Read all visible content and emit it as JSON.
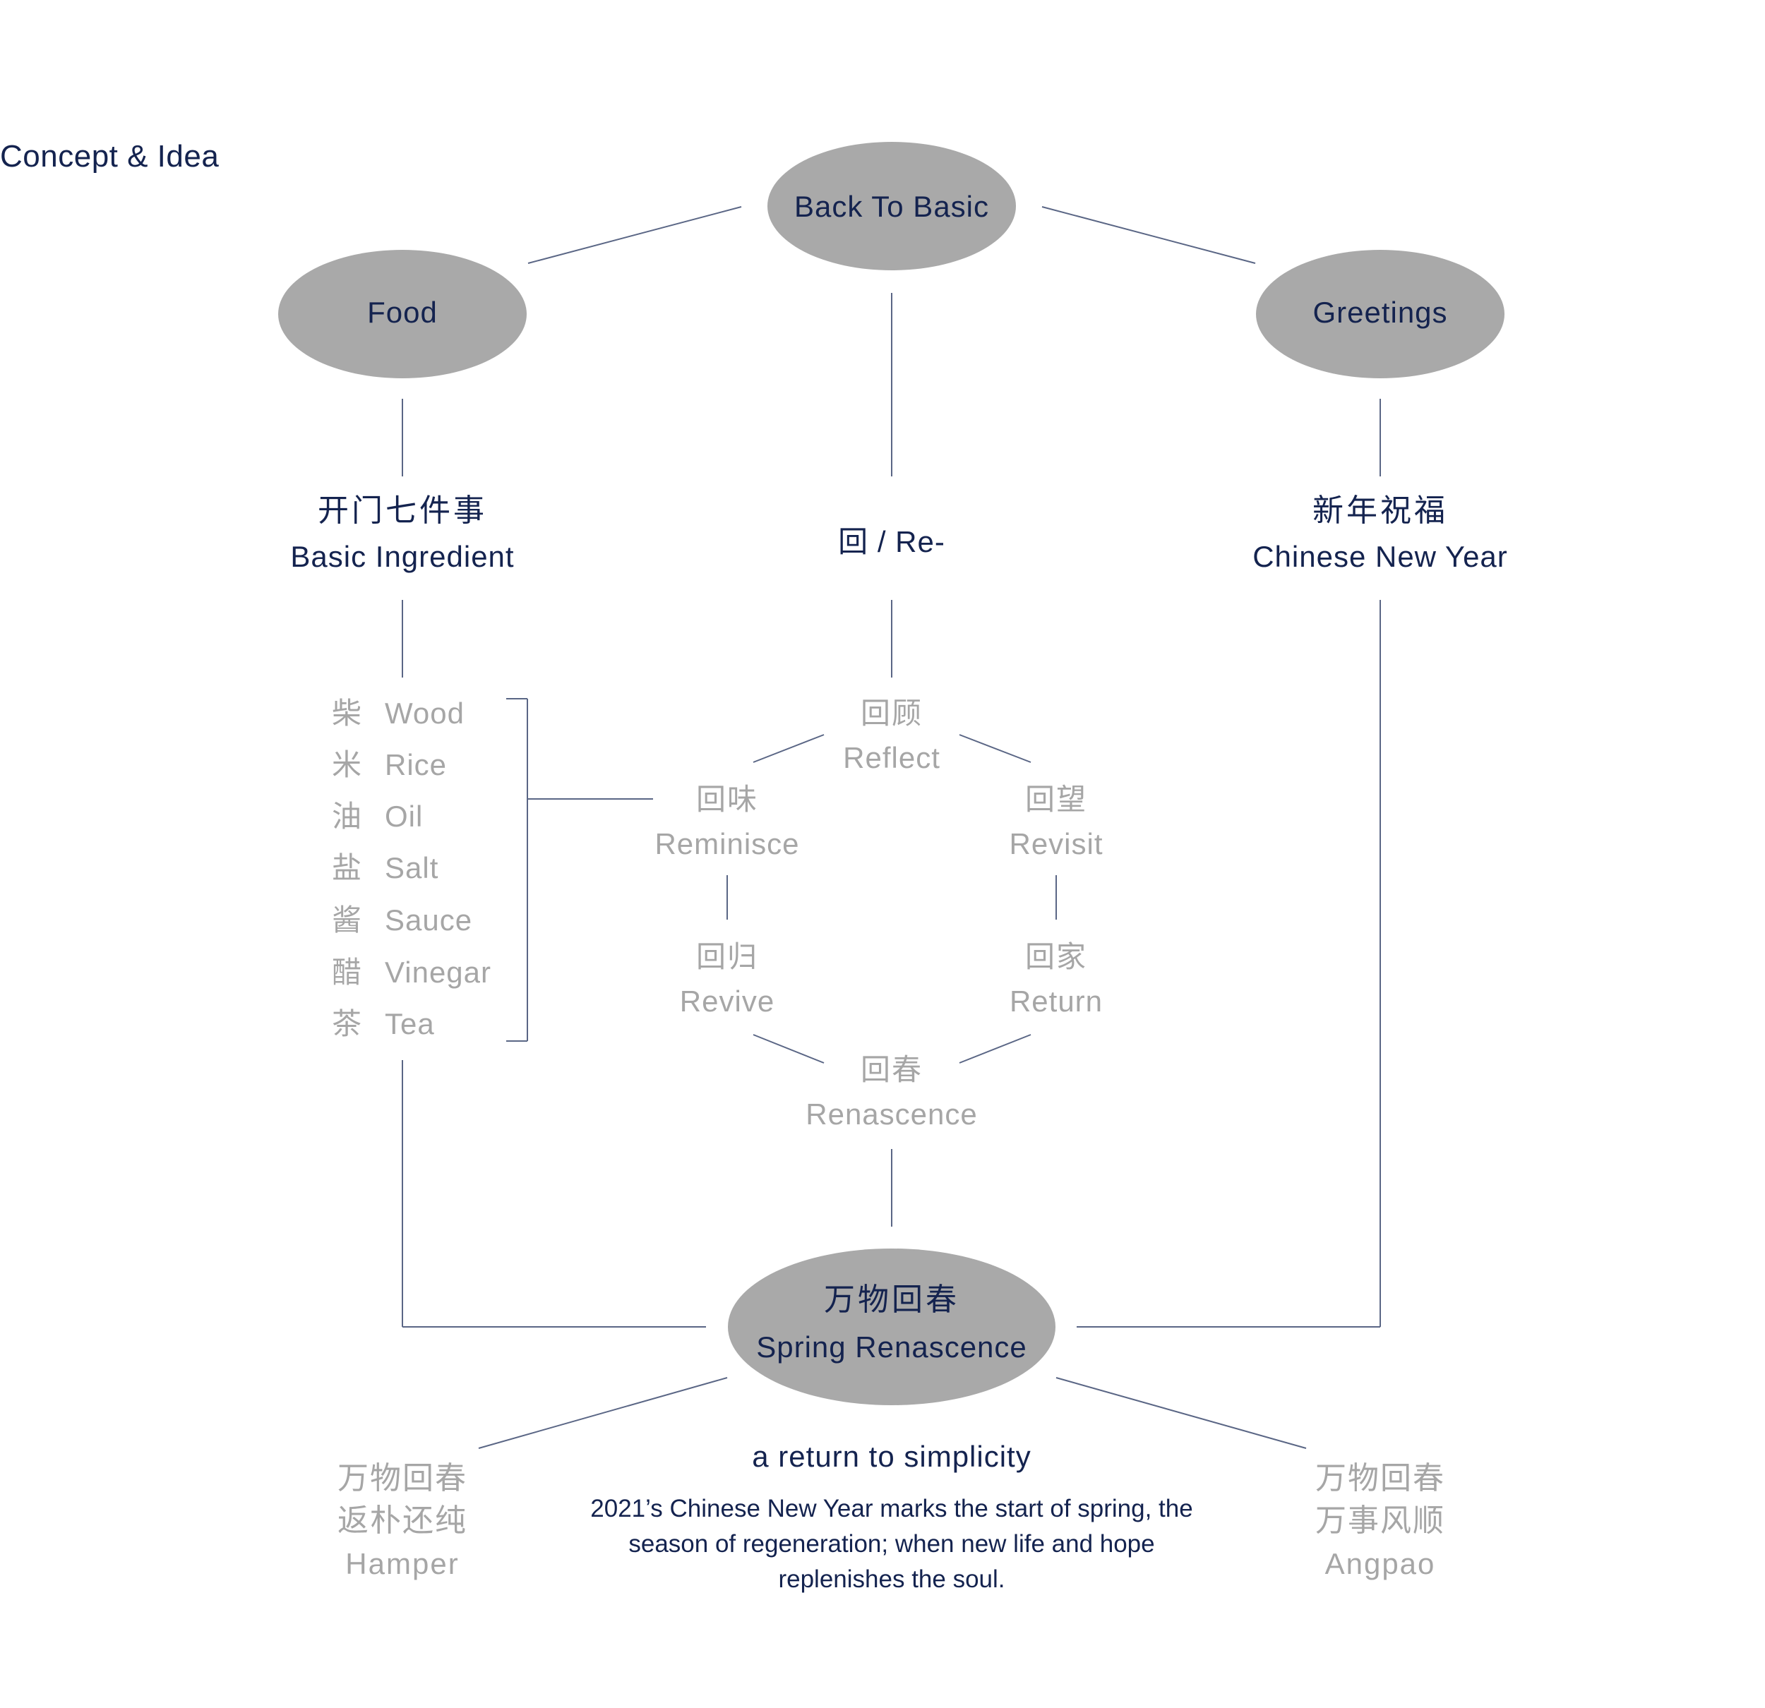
{
  "title": "Concept & Idea",
  "colors": {
    "ink": "#14234f",
    "muted_text": "#a6a6a6",
    "node_fill": "#a9a9a9",
    "line": "#5a6685"
  },
  "nodes": {
    "top": "Back To Basic",
    "left": "Food",
    "right": "Greetings",
    "bottom_cn": "万物回春",
    "bottom_en": "Spring Renascence"
  },
  "branches": {
    "left": {
      "cn": "开门七件事",
      "en": "Basic Ingredient"
    },
    "center": {
      "label": "回 / Re-"
    },
    "right": {
      "cn": "新年祝福",
      "en": "Chinese New Year"
    }
  },
  "ingredients": [
    {
      "cn": "柴",
      "en": "Wood"
    },
    {
      "cn": "米",
      "en": "Rice"
    },
    {
      "cn": "油",
      "en": "Oil"
    },
    {
      "cn": "盐",
      "en": "Salt"
    },
    {
      "cn": "酱",
      "en": "Sauce"
    },
    {
      "cn": "醋",
      "en": "Vinegar"
    },
    {
      "cn": "茶",
      "en": "Tea"
    }
  ],
  "re_cycle": [
    {
      "cn": "回顾",
      "en": "Reflect"
    },
    {
      "cn": "回望",
      "en": "Revisit"
    },
    {
      "cn": "回家",
      "en": "Return"
    },
    {
      "cn": "回春",
      "en": "Renascence"
    },
    {
      "cn": "回归",
      "en": "Revive"
    },
    {
      "cn": "回味",
      "en": "Reminisce"
    }
  ],
  "tagline": "a return to simplicity",
  "description": "2021’s Chinese New Year marks the start of spring, the season of regeneration; when new life and hope replenishes the soul.",
  "outputs": {
    "left": {
      "cn_line1": "万物回春",
      "cn_line2": "返朴还纯",
      "en": "Hamper"
    },
    "right": {
      "cn_line1": "万物回春",
      "cn_line2": "万事风顺",
      "en": "Angpao"
    }
  }
}
